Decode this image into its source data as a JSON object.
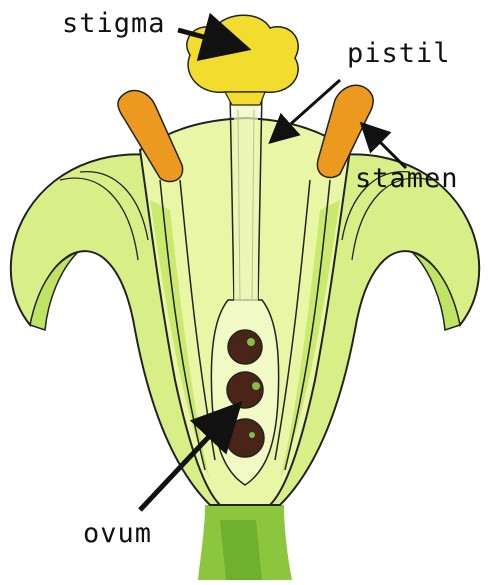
{
  "labels": {
    "stigma": "stigma",
    "pistil": "pistil",
    "stamen": "stamen",
    "ovum": "ovum"
  },
  "colors": {
    "petal_light": "#e6f5a0",
    "petal_mid": "#c9ea6f",
    "petal_dark": "#9fd04a",
    "stem": "#8cc63f",
    "stigma": "#f2dc2e",
    "anther": "#ec9a1f",
    "ovule": "#4a2416",
    "outline": "#222222"
  }
}
